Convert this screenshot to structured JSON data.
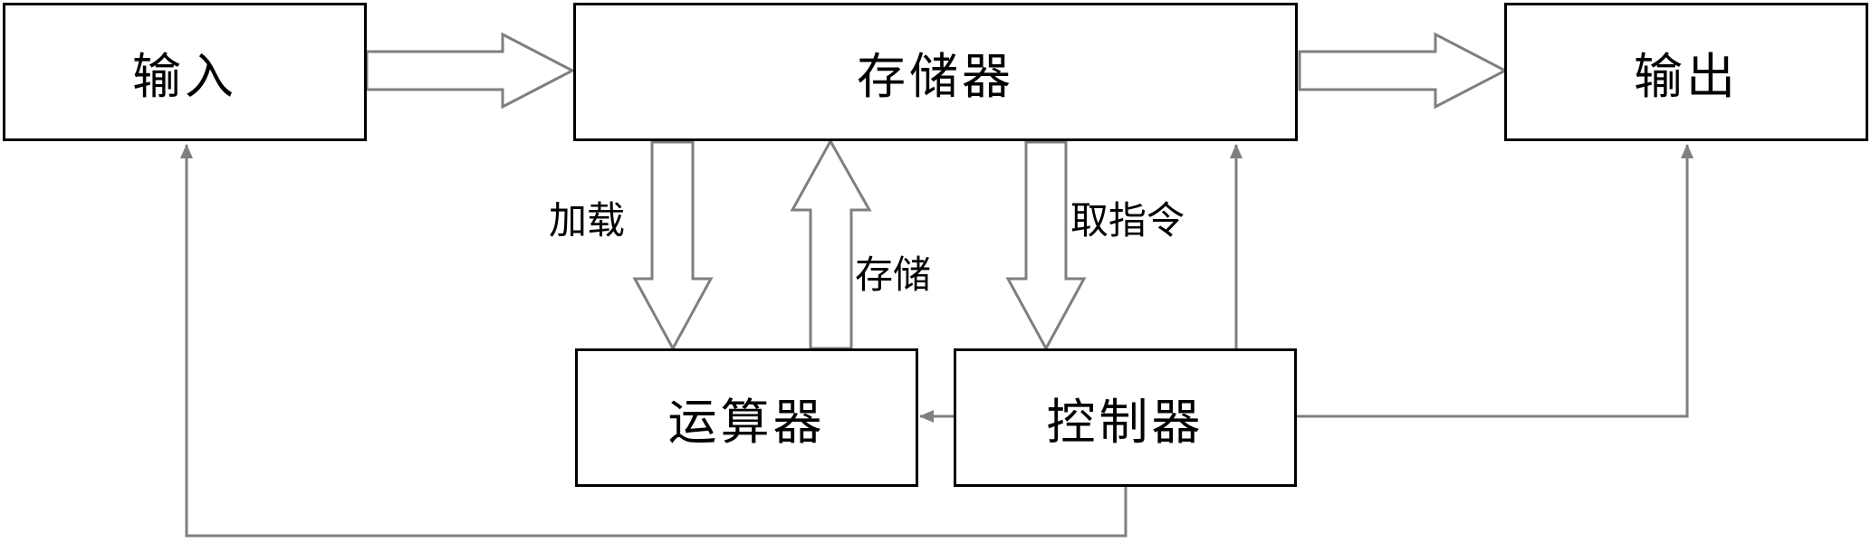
{
  "colors": {
    "box_border": "#000000",
    "arrow": "#7f7f7f",
    "text": "#000000",
    "background": "#ffffff"
  },
  "nodes": {
    "input": "输入",
    "memory": "存储器",
    "output": "输出",
    "alu": "运算器",
    "controller": "控制器"
  },
  "edges": {
    "load": "加载",
    "store": "存储",
    "fetch": "取指令"
  }
}
